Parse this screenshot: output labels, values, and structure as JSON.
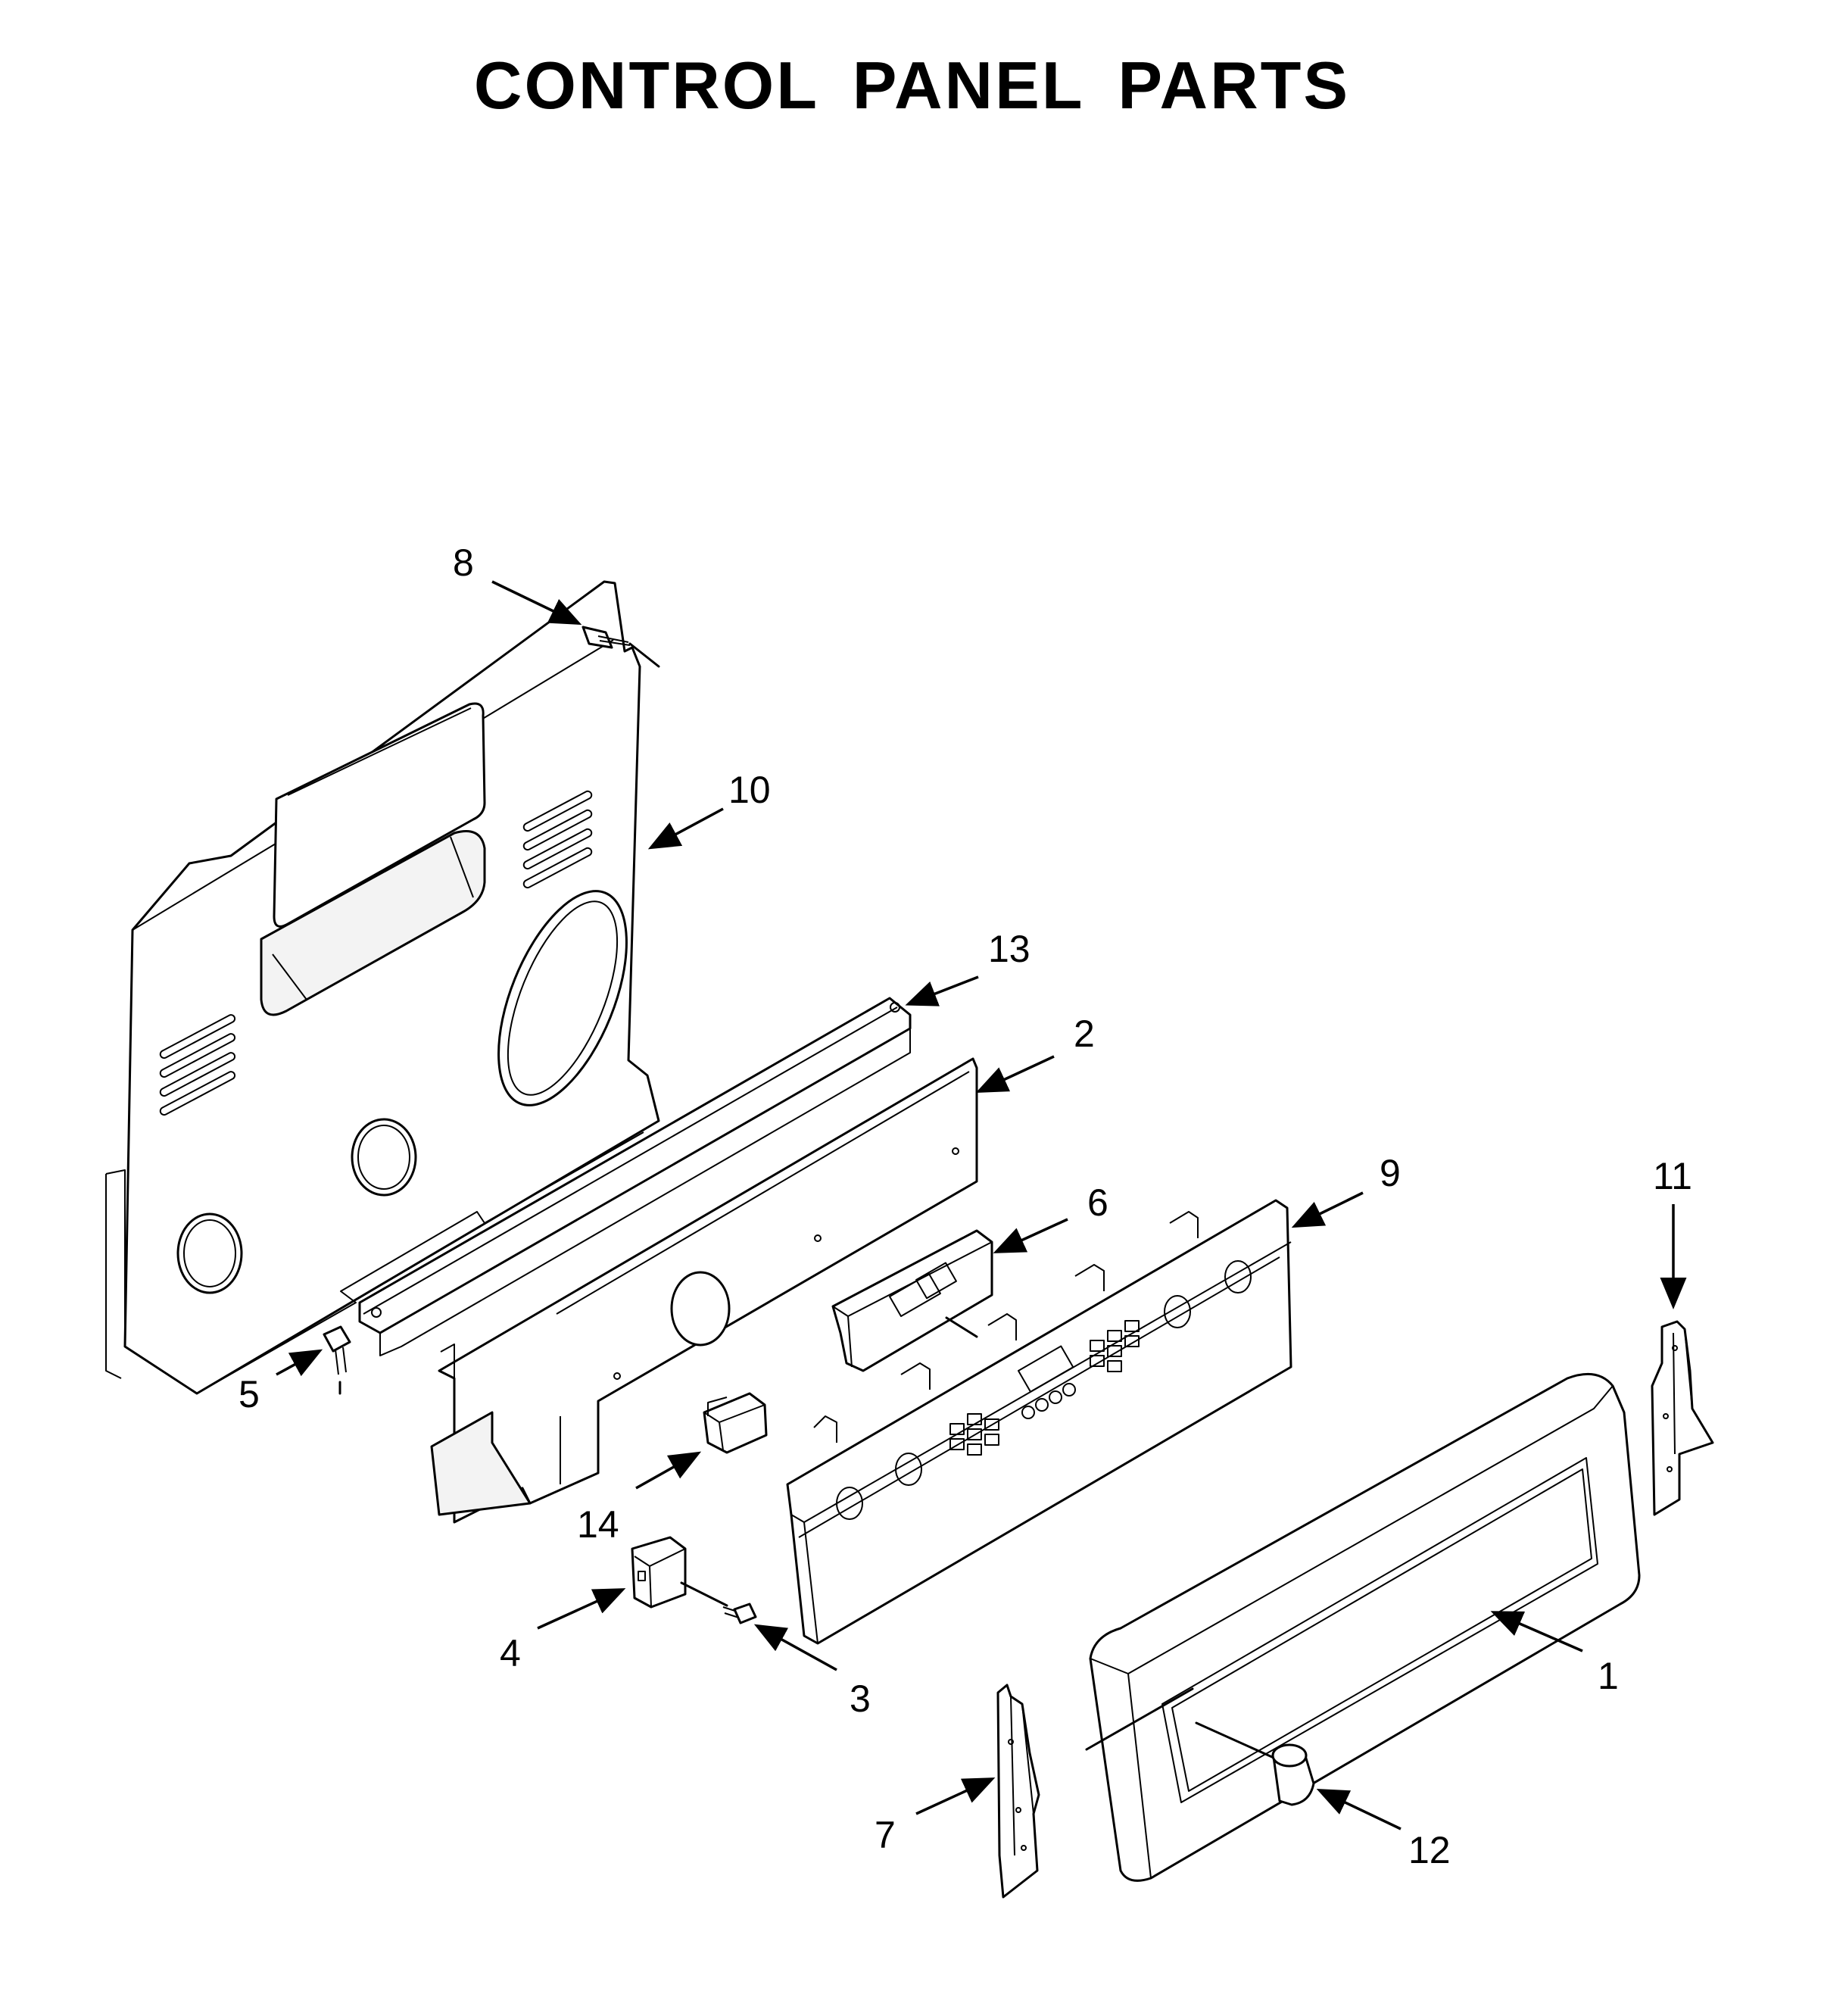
{
  "title": "CONTROL PANEL PARTS",
  "callouts": {
    "c1": "1",
    "c2": "2",
    "c3": "3",
    "c4": "4",
    "c5": "5",
    "c6": "6",
    "c7": "7",
    "c8": "8",
    "c9": "9",
    "c10": "10",
    "c11": "11",
    "c12": "12",
    "c13": "13",
    "c14": "14"
  }
}
